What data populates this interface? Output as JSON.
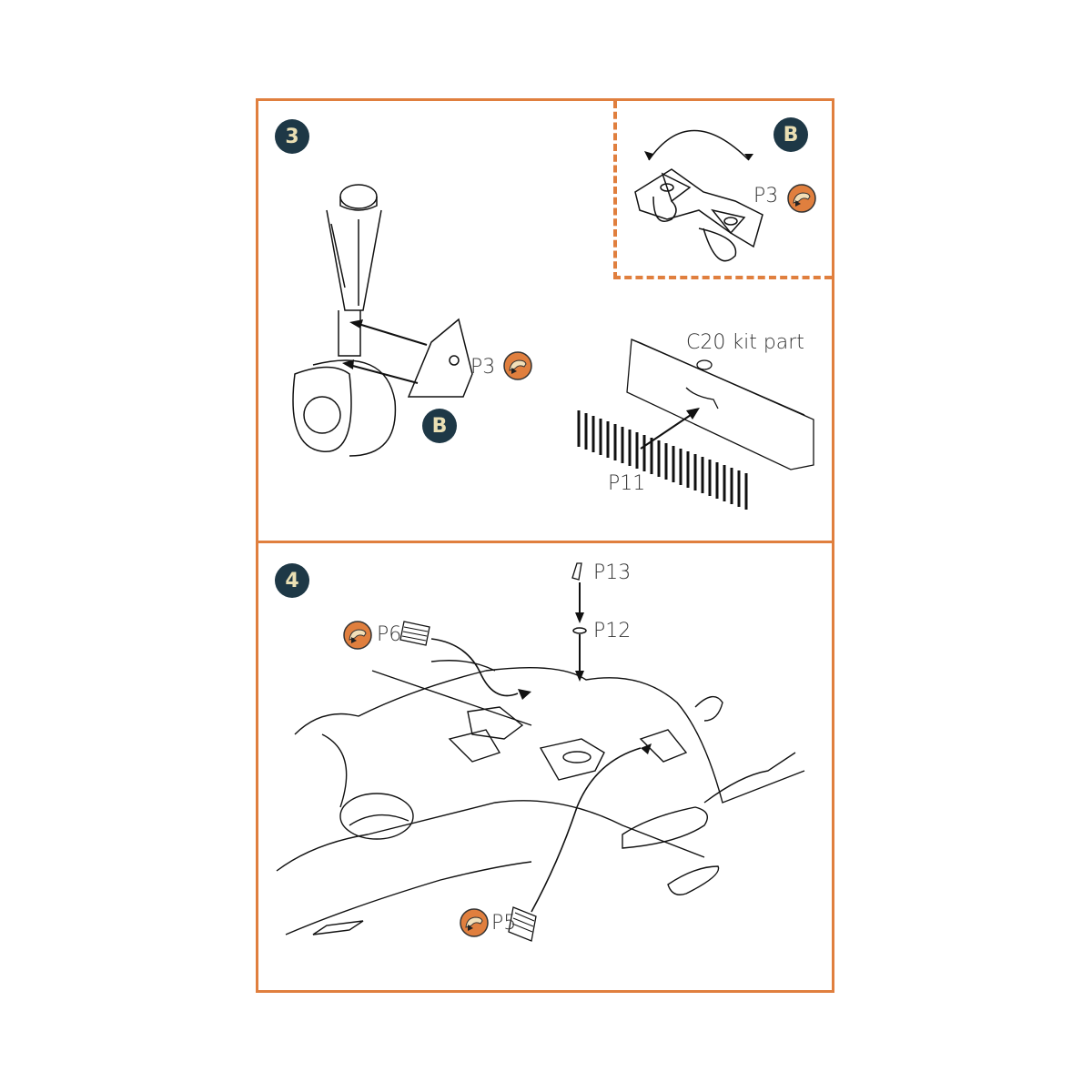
{
  "page": {
    "colors": {
      "border": "#e07f3e",
      "badge_bg": "#1e3846",
      "badge_text": "#eadfb3",
      "pe_icon": "#e07f3e"
    }
  },
  "steps": [
    {
      "number": "3",
      "labels": {
        "sub_badge_main": "B",
        "sub_badge_inset": "B",
        "p3_main": "P3",
        "p3_inset": "P3",
        "c20": "C20 kit part",
        "p11": "P11"
      }
    },
    {
      "number": "4",
      "labels": {
        "p13": "P13",
        "p12": "P12",
        "p6": "P6",
        "p5": "P5"
      }
    }
  ],
  "icons": {
    "photo_etch": "photo-etch-part-icon"
  }
}
